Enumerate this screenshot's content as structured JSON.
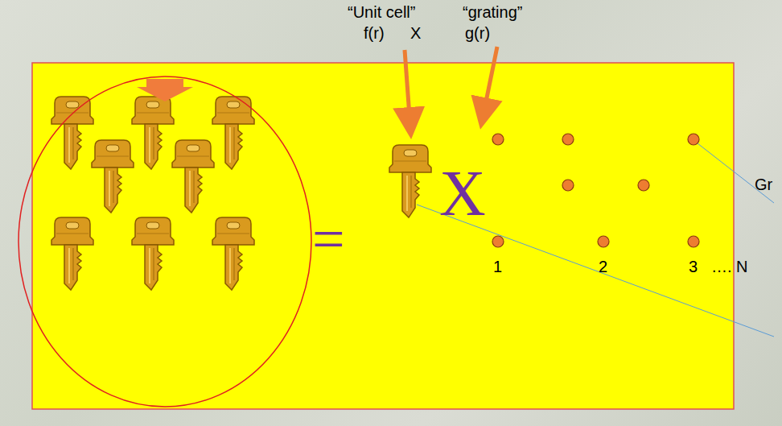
{
  "diagram": {
    "labels": [
      "“Unit cell”",
      "“grating”",
      "f(r)",
      "X",
      "g(r)",
      "=",
      "X",
      "Gr",
      "1",
      "2",
      "3",
      "…. N"
    ]
  }
}
